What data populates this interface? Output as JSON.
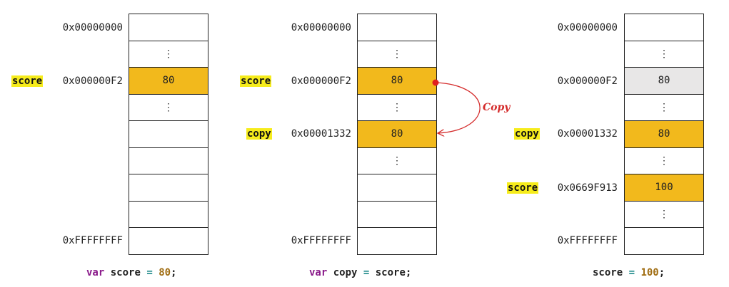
{
  "panels": [
    {
      "addresses": {
        "top": "0x00000000",
        "bottom": "0xFFFFFFFF",
        "r2": "0x000000F2"
      },
      "cells": [
        "",
        "⋮",
        "80",
        "⋮",
        "",
        "",
        "",
        "",
        ""
      ],
      "variables": [
        {
          "name": "score",
          "address": "0x000000F2"
        }
      ],
      "code": {
        "kw": "var",
        "name": " score ",
        "op": "=",
        "val": "80",
        "end": ";"
      }
    },
    {
      "addresses": {
        "top": "0x00000000",
        "bottom": "0xFFFFFFFF",
        "r2": "0x000000F2",
        "r4": "0x00001332"
      },
      "cells": [
        "",
        "⋮",
        "80",
        "⋮",
        "80",
        "⋮",
        "",
        "",
        ""
      ],
      "variables": [
        {
          "name": "score",
          "address": "0x000000F2"
        },
        {
          "name": "copy",
          "address": "0x00001332"
        }
      ],
      "code": {
        "kw": "var",
        "name": " copy ",
        "op": "=",
        "val": " score",
        "end": ";"
      }
    },
    {
      "addresses": {
        "top": "0x00000000",
        "bottom": "0xFFFFFFFF",
        "r2": "0x000000F2",
        "r4": "0x00001332",
        "r6": "0x0669F913"
      },
      "cells": [
        "",
        "⋮",
        "80",
        "⋮",
        "80",
        "⋮",
        "100",
        "⋮",
        ""
      ],
      "variables": [
        {
          "name": "copy",
          "address": "0x00001332"
        },
        {
          "name": "score",
          "address": "0x0669F913"
        }
      ],
      "code": {
        "name": "score ",
        "op": "=",
        "val": "100",
        "end": ";"
      }
    }
  ],
  "arrow": {
    "label": "Copy",
    "color": "#d42a2a"
  },
  "colors": {
    "highlight": "#f2b91c",
    "stale": "#e8e7e7",
    "var_bg": "#f6ec1c"
  }
}
